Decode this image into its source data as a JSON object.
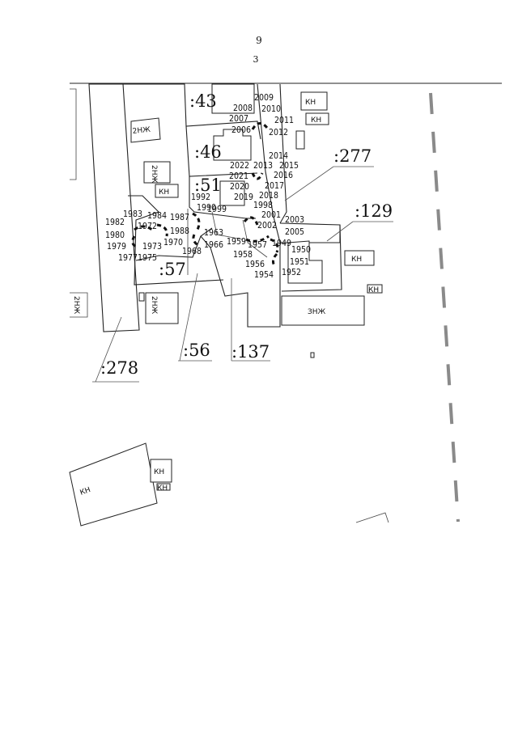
{
  "header": {
    "page_number": "9",
    "sheet_mark": "3"
  },
  "parcels": [
    ":43",
    ":46",
    ":51",
    ":57",
    ":56",
    ":137",
    ":278",
    ":277",
    ":129"
  ],
  "buildings": [
    "2НЖ",
    "2НЖ",
    "2НЖ",
    "2НЖ",
    "КН",
    "КН",
    "КН",
    "КН",
    "КН",
    "КН",
    "КН",
    "КН",
    "ЗНЖ"
  ],
  "points": [
    "2009",
    "2010",
    "2011",
    "2012",
    "2008",
    "2007",
    "2006",
    "2014",
    "2013",
    "2015",
    "2016",
    "2022",
    "2021",
    "2020",
    "2017",
    "2018",
    "2019",
    "1992",
    "1990",
    "1998",
    "1999",
    "2001",
    "2002",
    "2003",
    "2005",
    "1987",
    "1984",
    "1983",
    "1982",
    "1972",
    "1988",
    "1963",
    "1980",
    "1973",
    "1970",
    "1966",
    "1968",
    "1979",
    "1977",
    "1975",
    "1959",
    "1957",
    "1949",
    "1950",
    "1958",
    "1956",
    "1951",
    "1952",
    "1954"
  ]
}
